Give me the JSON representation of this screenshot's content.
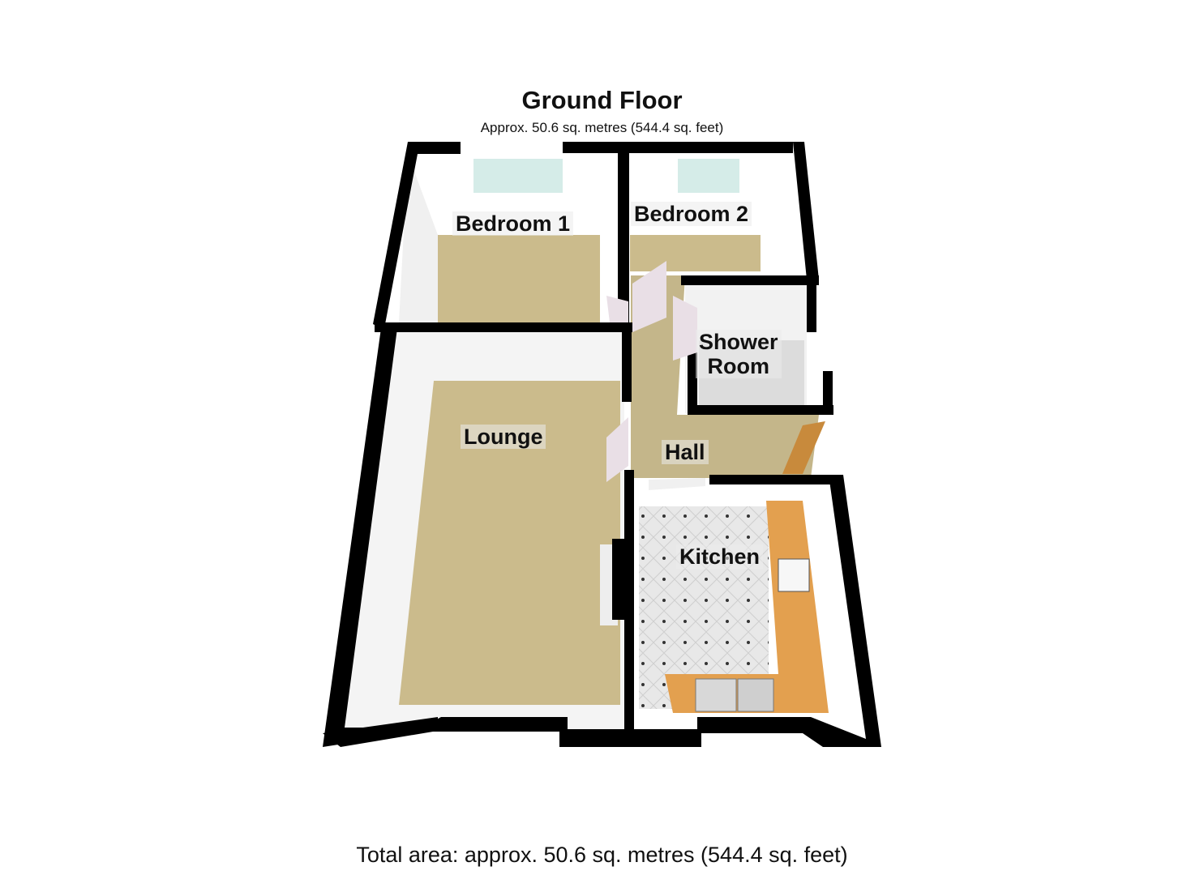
{
  "header": {
    "title": "Ground Floor",
    "subtitle": "Approx. 50.6 sq. metres (544.4 sq. feet)"
  },
  "rooms": [
    {
      "name": "Bedroom 1"
    },
    {
      "name": "Bedroom 2"
    },
    {
      "name": "Shower",
      "name2": "Room"
    },
    {
      "name": "Lounge"
    },
    {
      "name": "Hall"
    },
    {
      "name": "Kitchen"
    }
  ],
  "footer": {
    "total_area": "Total area: approx. 50.6 sq. metres (544.4 sq. feet)"
  },
  "colors": {
    "wall": "#000000",
    "carpet": "#cbbb8c",
    "interior_wall": "#f2f2f2",
    "worktop": "#e3a04f",
    "window": "#cfe9e4",
    "tile": "#e6e6e6"
  }
}
